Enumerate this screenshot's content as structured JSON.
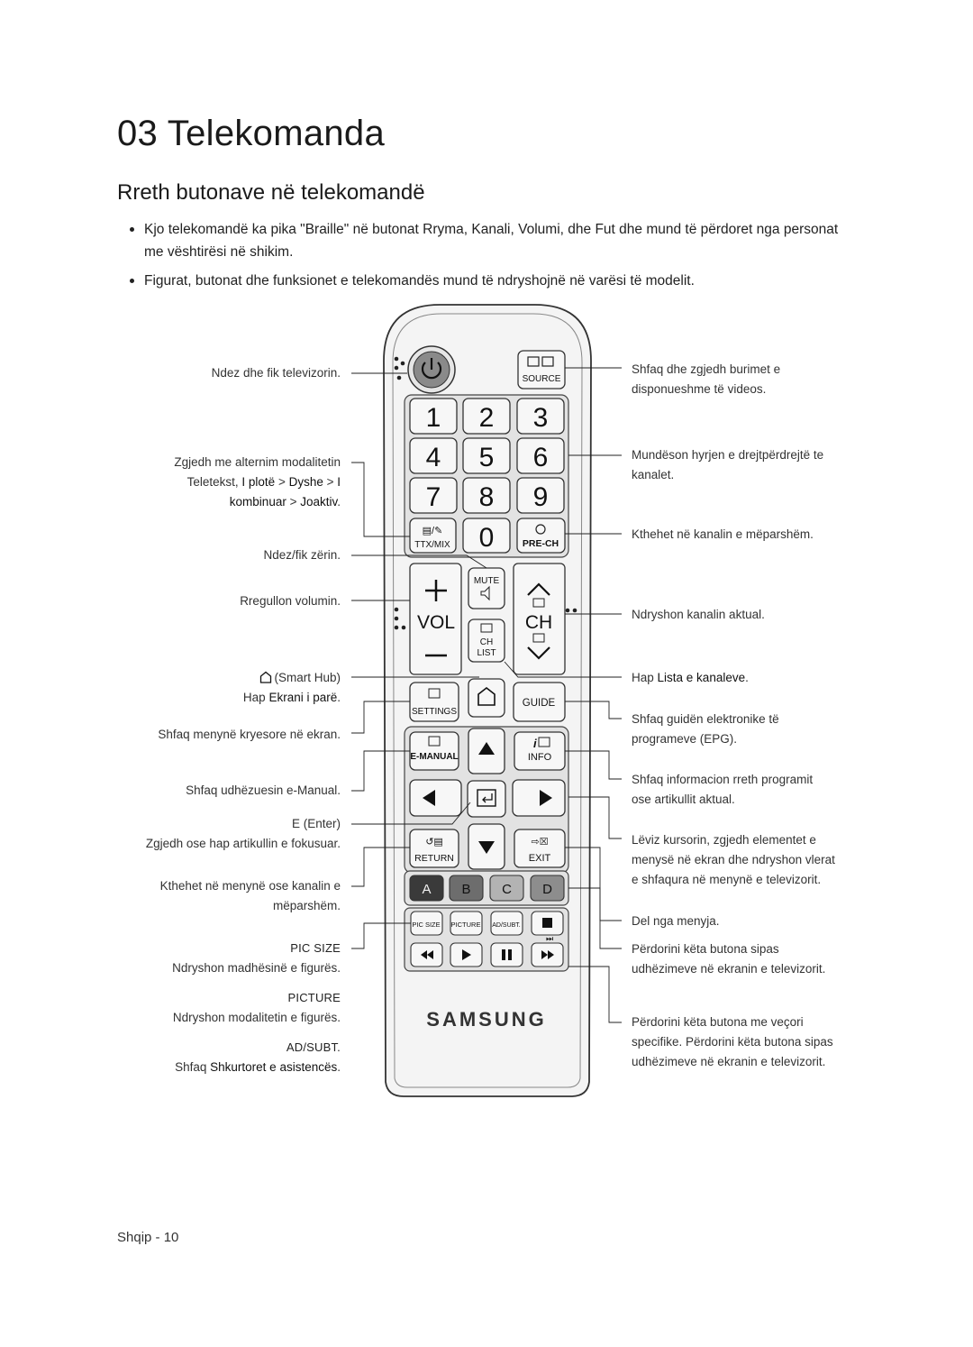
{
  "chapter_title": "03  Telekomanda",
  "section_title": "Rreth butonave në telekomandë",
  "bullets": [
    {
      "t1": "Kjo telekomandë ka pika \"Braille\" në butonat ",
      "b1": "Rryma",
      "t2": ", ",
      "b2": "Kanali",
      "t3": ", ",
      "b3": "Volumi",
      "t4": ", dhe ",
      "b4": "Fut",
      "t5": " dhe mund të përdoret nga personat me vështirësi në shikim."
    },
    {
      "text": "Figurat, butonat dhe funksionet e telekomandës mund të ndryshojnë në varësi të modelit."
    }
  ],
  "labels_left": {
    "power": "Ndez dhe fik televizorin.",
    "ttx_1": "Zgjedh me alternim modalitetin",
    "ttx_2a": "Teletekst, ",
    "ttx_2b": "I plotë",
    "ttx_2c": " > ",
    "ttx_2d": "Dyshe",
    "ttx_2e": " > ",
    "ttx_2f": "I",
    "ttx_3a": "kombinuar",
    "ttx_3b": " > ",
    "ttx_3c": "Joaktiv",
    "ttx_3d": ".",
    "mute": "Ndez/fik zërin.",
    "volume": "Rregullon volumin.",
    "smarthub": "(Smart Hub)",
    "smarthub_2a": "Hap ",
    "smarthub_2b": "Ekrani i parë",
    "smarthub_2c": ".",
    "settings": "Shfaq menynë kryesore në ekran.",
    "emanual": "Shfaq udhëzuesin e-Manual.",
    "enter_1": "E (Enter)",
    "enter_2": "Zgjedh ose hap artikullin e fokusuar.",
    "return_1": "Kthehet në menynë ose kanalin e",
    "return_2": "mëparshëm.",
    "picsize_1": "PIC SIZE",
    "picsize_2": "Ndryshon madhësinë e figurës.",
    "picture_1": "PICTURE",
    "picture_2": "Ndryshon modalitetin e figurës.",
    "adsubt_1": "AD/SUBT.",
    "adsubt_2a": "Shfaq ",
    "adsubt_2b": "Shkurtoret e asistencës",
    "adsubt_2c": "."
  },
  "labels_right": {
    "source_1": "Shfaq dhe zgjedh burimet e",
    "source_2": "disponueshme të videos.",
    "numbers_1": "Mundëson hyrjen e drejtpërdrejtë te",
    "numbers_2": "kanalet.",
    "prech": "Kthehet në kanalin e mëparshëm.",
    "channel": "Ndryshon kanalin aktual.",
    "chlist_a": "Hap ",
    "chlist_b": "Lista e kanaleve",
    "chlist_c": ".",
    "guide_1": "Shfaq guidën elektronike të",
    "guide_2": "programeve (EPG).",
    "info_1": "Shfaq informacion rreth programit",
    "info_2": "ose artikullit aktual.",
    "nav_1": "Lëviz kursorin, zgjedh elementet e",
    "nav_2": "menysë në ekran dhe ndryshon vlerat",
    "nav_3": "e shfaqura në menynë e televizorit.",
    "exit": "Del nga menyja.",
    "color_1": "Përdorini këta butona sipas",
    "color_2": "udhëzimeve në ekranin e televizorit.",
    "media_1": "Përdorini këta butona me veçori",
    "media_2": "specifike. Përdorini këta butona sipas",
    "media_3": "udhëzimeve në ekranin e televizorit."
  },
  "remote": {
    "source": "SOURCE",
    "digits": [
      "1",
      "2",
      "3",
      "4",
      "5",
      "6",
      "7",
      "8",
      "9",
      "0"
    ],
    "ttx": "TTX/MIX",
    "prech": "PRE-CH",
    "mute": "MUTE",
    "vol": "VOL",
    "ch": "CH",
    "ch_list_1": "CH",
    "ch_list_2": "LIST",
    "settings": "SETTINGS",
    "guide": "GUIDE",
    "emanual": "E-MANUAL",
    "info": "INFO",
    "return": "RETURN",
    "exit": "EXIT",
    "colors": [
      "A",
      "B",
      "C",
      "D"
    ],
    "color_fills": [
      "#3a3a3a",
      "#6d6d6d",
      "#b3b3b3",
      "#8d8d8d"
    ],
    "picsize": "PIC SIZE",
    "picture": "PICTURE",
    "adsubt": "AD/SUBT.",
    "brand": "SAMSUNG"
  },
  "footer": "Shqip - 10"
}
